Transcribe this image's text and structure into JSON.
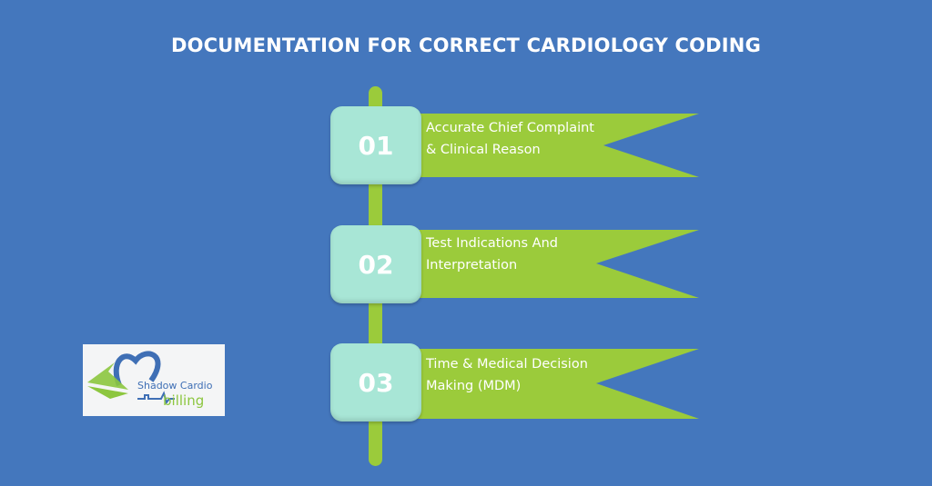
{
  "title": "DOCUMENTATION FOR CORRECT  CARDIOLOGY CODING",
  "steps": [
    {
      "number": "01",
      "line1": "Accurate Chief Complaint",
      "line2": "& Clinical Reason"
    },
    {
      "number": "02",
      "line1": "Test Indications And",
      "line2": "Interpretation"
    },
    {
      "number": "03",
      "line1": "Time & Medical Decision",
      "line2": "Making (MDM)"
    }
  ],
  "logo": {
    "line1": "Shadow Cardio",
    "line2": "billing"
  },
  "colors": {
    "background": "#4477bd",
    "green": "#9bcb3b",
    "box": "#a8e6d6"
  }
}
